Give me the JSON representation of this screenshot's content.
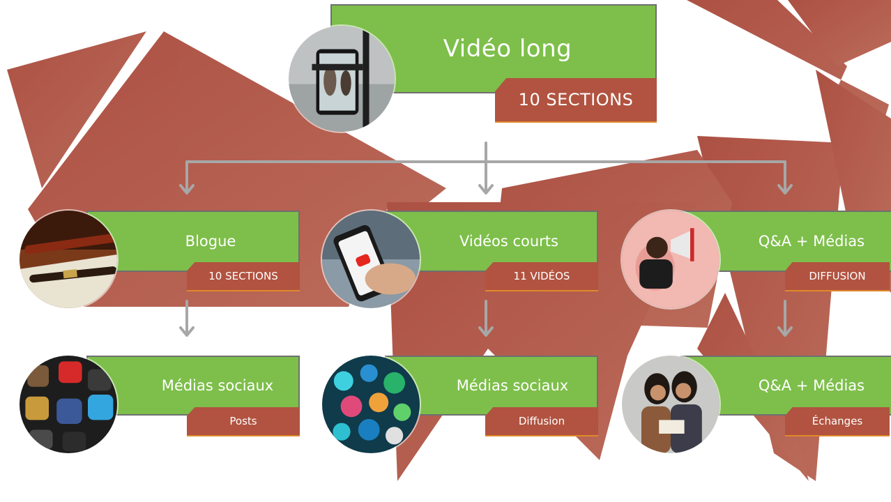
{
  "colors": {
    "band_green": "#7dbf4a",
    "tag_rust": "#b15340",
    "background_shapes": "#b0533f",
    "arrow_gray": "#a7a7a7"
  },
  "main": {
    "title": "Vidéo long",
    "tag": "10 SECTIONS",
    "photo_icon": "phone-on-tripod-photo"
  },
  "row2": [
    {
      "title": "Blogue",
      "tag": "10 SECTIONS",
      "photo_icon": "fountain-pen-photo"
    },
    {
      "title": "Vidéos courts",
      "tag": "11 VIDÉOS",
      "photo_icon": "smartphone-video-photo"
    },
    {
      "title": "Q&A + Médias",
      "tag": "DIFFUSION",
      "photo_icon": "megaphone-person-photo"
    }
  ],
  "row3": [
    {
      "title": "Médias sociaux",
      "tag": "Posts",
      "photo_icon": "social-app-icons-photo"
    },
    {
      "title": "Médias sociaux",
      "tag": "Diffusion",
      "photo_icon": "social-bubbles-photo"
    },
    {
      "title": "Q&A + Médias",
      "tag": "Échanges",
      "photo_icon": "two-women-reading-photo"
    }
  ]
}
